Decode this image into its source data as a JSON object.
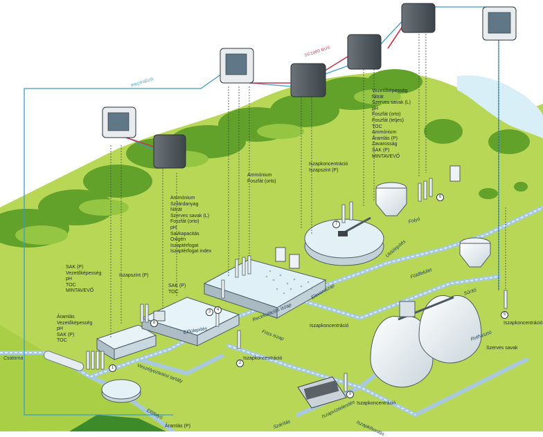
{
  "bus_labels": {
    "profibus": "PROFIBUS",
    "sc_bus": "SC1000 BUS"
  },
  "parameter_groups": {
    "inlet": [
      "Áramlás",
      "Vezetőképesség",
      "pH",
      "SAK (P)",
      "TOC"
    ],
    "primary": [
      "SAK (P)",
      "Vezetőképesség",
      "pH",
      "TOC",
      "MINTAVEVŐ"
    ],
    "grit_level": [
      "Iszapszint (P)"
    ],
    "clarifier_in": [
      "SAK (P)",
      "TOC"
    ],
    "aeration": [
      "Ammónium",
      "Szilárdanyag",
      "Nitrát",
      "Szerves savak (L)",
      "Foszfát (orto)",
      "pH",
      "Savkapacitás",
      "Oxigén",
      "Iszaptérfogat",
      "Iszaptérfogat index"
    ],
    "aeration_2": [
      "Ammónium",
      "Foszfát (orto)"
    ],
    "final_clarifier": [
      "Iszapkoncentráció",
      "Iszapszint (P)"
    ],
    "effluent": [
      "Vezetőképesség",
      "Nitrát",
      "Szerves savak (L)",
      "pH",
      "Foszfát (orto)",
      "Foszfát (teljes)",
      "TOC",
      "Ammónium",
      "Áramlás (P)",
      "Zavarosság",
      "SAK (P)",
      "MINTAVEVŐ"
    ],
    "sludge_1": [
      "Iszapkoncentráció"
    ],
    "sludge_2": [
      "Iszapkoncentráció"
    ],
    "sludge_3": [
      "Iszapkoncentráció"
    ],
    "sludge_4": [
      "Iszapkoncentráció"
    ],
    "digester": [
      "Szerves savak"
    ],
    "bottom": [
      "Áramlás (P)"
    ]
  },
  "flow_labels": {
    "csatorna": "Csatorna",
    "elofolyo": "Előfolyó",
    "veszfelesleg": "Veszélyeztetési tartály",
    "elomeleg": "Előülepítés",
    "eleven": "Eleveniszap",
    "recirk": "Recirkulációs iszap",
    "friss": "Friss iszap",
    "ulepito": "Utóülepítés",
    "folyo": "Folyó",
    "fold": "Földfelület",
    "sure": "Sűrítő",
    "rothaszto": "Rothasztó",
    "gaz": "Iszapvíztelenítés",
    "kihord": "Iszapkihordás",
    "kiszarit": "Szárítás"
  },
  "station_numbers": [
    "1",
    "2",
    "3",
    "4",
    "5",
    "6",
    "7",
    "8",
    "9"
  ],
  "colors": {
    "grass": "#b5d453",
    "grass_dark": "#8cbb2d",
    "forest": "#5d9c25",
    "water": "#d6eef7",
    "pipe": "#a6c8dc",
    "bus_blue": "#3a9bc9",
    "bus_red": "#c8324a"
  }
}
